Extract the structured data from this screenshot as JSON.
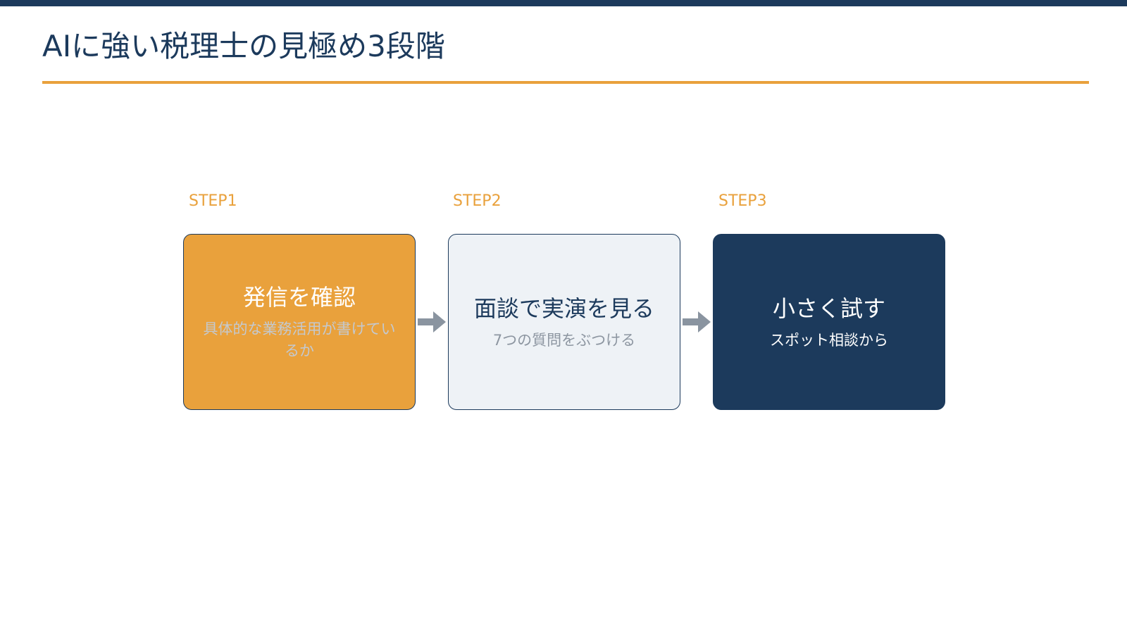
{
  "page": {
    "title": "AIに強い税理士の見極め3段階"
  },
  "colors": {
    "navy": "#1c3a5c",
    "accent": "#e9a13c",
    "light": "#eef2f6",
    "arrow": "#8a94a0"
  },
  "steps": [
    {
      "label": "STEP1",
      "title": "発信を確認",
      "subtitle": "具体的な業務活用が書けているか"
    },
    {
      "label": "STEP2",
      "title": "面談で実演を見る",
      "subtitle": "7つの質問をぶつける"
    },
    {
      "label": "STEP3",
      "title": "小さく試す",
      "subtitle": "スポット相談から"
    }
  ],
  "arrows": [
    {
      "icon": "arrow-right-icon"
    },
    {
      "icon": "arrow-right-icon"
    }
  ]
}
